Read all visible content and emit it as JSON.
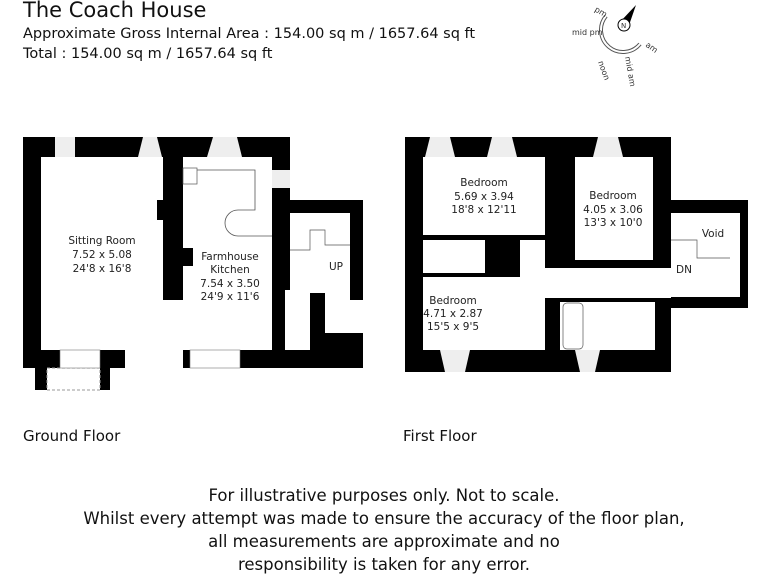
{
  "header": {
    "title": "The Coach House",
    "gross_area": "Approximate Gross Internal Area : 154.00 sq m / 1657.64 sq ft",
    "total": "Total : 154.00 sq m / 1657.64 sq ft"
  },
  "compass": {
    "labels": [
      "pm",
      "mid pm",
      "noon",
      "mid am",
      "am"
    ],
    "north": "N"
  },
  "ground_floor": {
    "label": "Ground Floor",
    "stairs": "UP",
    "rooms": [
      {
        "name": "Sitting Room",
        "metric": "7.52 x 5.08",
        "imperial": "24'8 x 16'8"
      },
      {
        "name": "Farmhouse",
        "name2": "Kitchen",
        "metric": "7.54 x 3.50",
        "imperial": "24'9 x 11'6"
      }
    ]
  },
  "first_floor": {
    "label": "First Floor",
    "stairs": "DN",
    "void": "Void",
    "rooms": [
      {
        "name": "Bedroom",
        "metric": "5.69 x 3.94",
        "imperial": "18'8 x 12'11"
      },
      {
        "name": "Bedroom",
        "metric": "4.05 x 3.06",
        "imperial": "13'3 x 10'0"
      },
      {
        "name": "Bedroom",
        "metric": "4.71 x 2.87",
        "imperial": "15'5 x 9'5"
      }
    ]
  },
  "disclaimer": [
    "For illustrative purposes only. Not to scale.",
    "Whilst every attempt was made to ensure the accuracy of the floor plan,",
    "all measurements are approximate and no",
    "responsibility is taken for any error."
  ]
}
